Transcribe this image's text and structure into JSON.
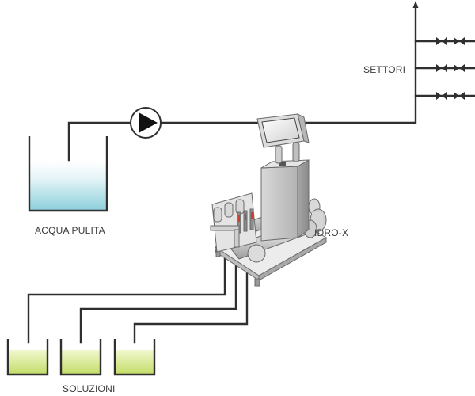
{
  "labels": {
    "sectors": "SETTORI",
    "clean_water": "ACQUA PULITA",
    "unit": "IDRO-X",
    "solutions": "SOLUZIONI"
  },
  "colors": {
    "pipe": "#2f2f2f",
    "clean_water_top": "#e9f6f8",
    "clean_water_bottom": "#8fd0dc",
    "solution_top": "#eef6c4",
    "solution_bottom": "#c6de6a",
    "machine_body": "#c9c9c9",
    "machine_dark": "#8e8e8e"
  },
  "icons": {
    "pump": "pump-triangle-icon",
    "valve": "valve-bowtie-icon",
    "flow_arrow": "arrow-up-icon"
  }
}
